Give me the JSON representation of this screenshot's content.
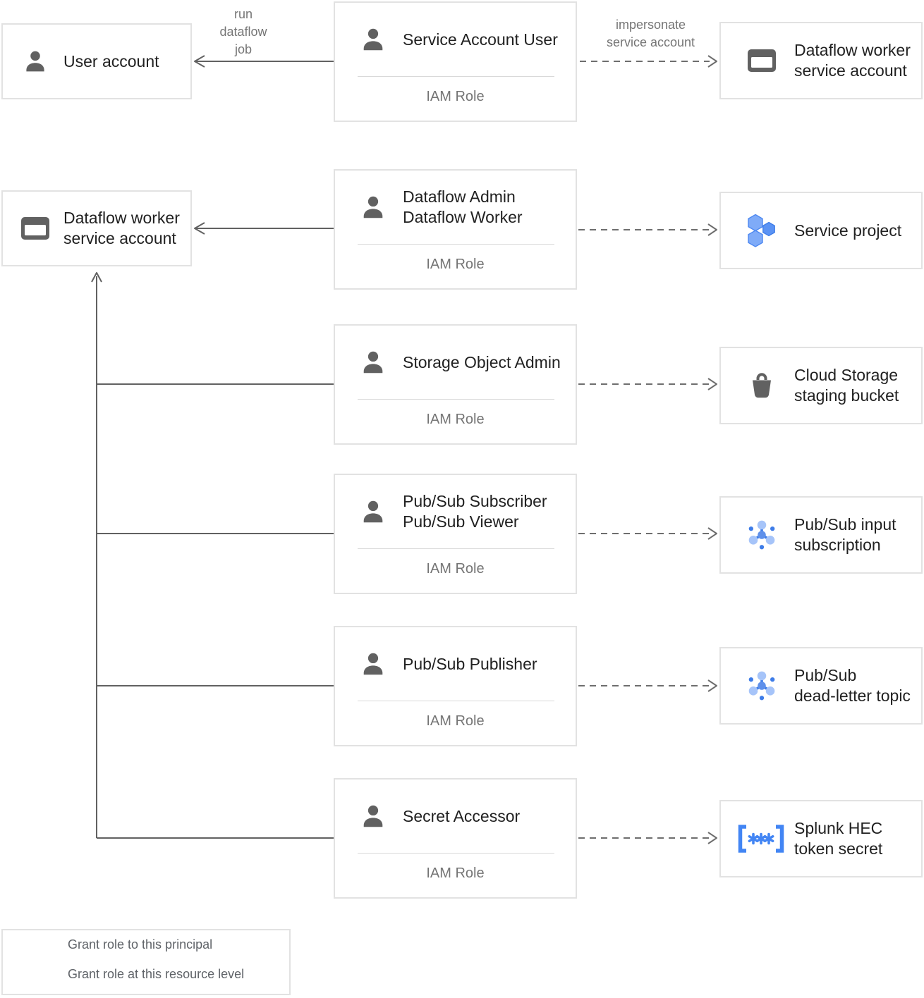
{
  "diagram": {
    "edge_labels": {
      "run_dataflow_job": "run\ndataflow\njob",
      "impersonate_service_account": "impersonate\nservice account"
    },
    "principals": [
      {
        "label": "User account",
        "icon": "person-icon"
      },
      {
        "label": "Dataflow worker\nservice account",
        "icon": "service-account-card-icon"
      }
    ],
    "iam_role_boxes": [
      {
        "title": "Service Account User",
        "subtitle": "IAM Role"
      },
      {
        "title": "Dataflow Admin\nDataflow Worker",
        "subtitle": "IAM Role"
      },
      {
        "title": "Storage Object Admin",
        "subtitle": "IAM Role"
      },
      {
        "title": "Pub/Sub Subscriber\nPub/Sub Viewer",
        "subtitle": "IAM Role"
      },
      {
        "title": "Pub/Sub Publisher",
        "subtitle": "IAM Role"
      },
      {
        "title": "Secret Accessor",
        "subtitle": "IAM Role"
      }
    ],
    "resources": [
      {
        "label": "Dataflow worker\nservice account",
        "icon": "service-account-card-icon"
      },
      {
        "label": "Service project",
        "icon": "project-hexagons-icon"
      },
      {
        "label": "Cloud Storage\nstaging bucket",
        "icon": "storage-bucket-icon"
      },
      {
        "label": "Pub/Sub input\nsubscription",
        "icon": "pubsub-icon"
      },
      {
        "label": "Pub/Sub\ndead-letter topic",
        "icon": "pubsub-icon"
      },
      {
        "label": "Splunk HEC\ntoken secret",
        "icon": "secret-brackets-icon"
      }
    ],
    "legend": [
      {
        "style": "solid",
        "label": "Grant role to this principal"
      },
      {
        "style": "dashed",
        "label": "Grant role at this resource level"
      }
    ],
    "colors": {
      "box_border": "#e2e2e2",
      "title_text": "#212121",
      "muted_text": "#757575",
      "legend_text": "#5f6368",
      "line": "#616161",
      "blue": "#4285f4",
      "light_blue": "#a6c4f9"
    }
  }
}
